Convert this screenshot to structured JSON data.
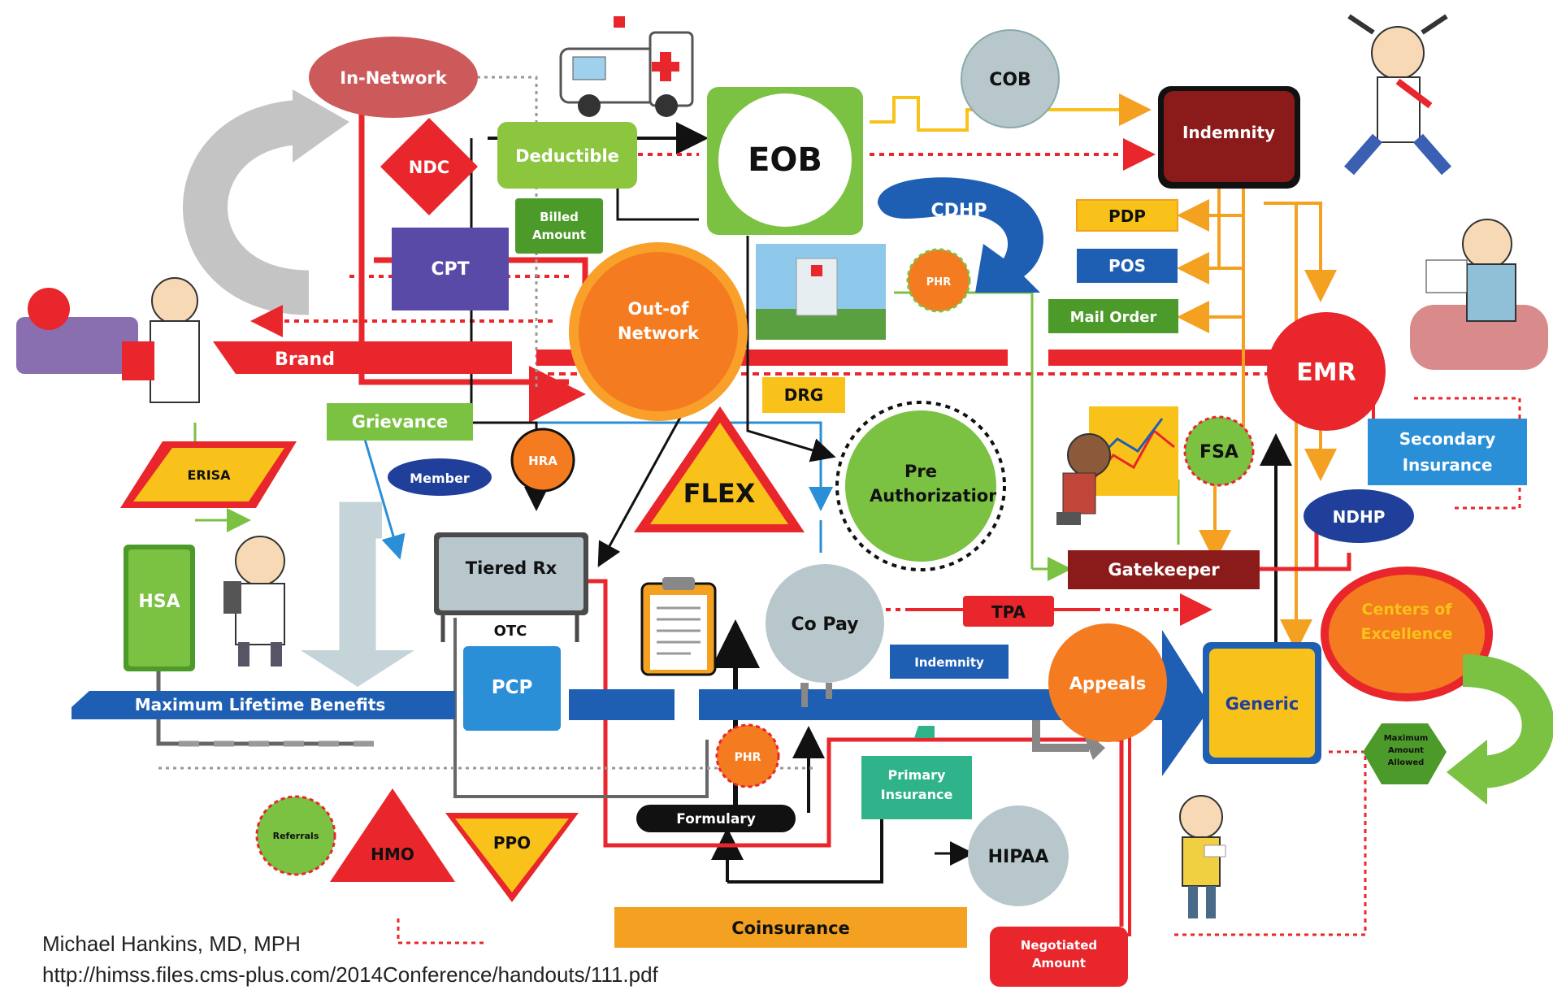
{
  "nodes": {
    "in_network": "In-Network",
    "ndc": "NDC",
    "deductible": "Deductible",
    "billed_amount": "Billed Amount",
    "eob": "EOB",
    "cob": "COB",
    "indemnity_top": "Indemnity",
    "cpt": "CPT",
    "out_of_network": "Out-of Network",
    "cdhp": "CDHP",
    "phr_top": "PHR",
    "pdp": "PDP",
    "pos": "POS",
    "mail_order": "Mail Order",
    "brand": "Brand",
    "emr": "EMR",
    "drg": "DRG",
    "grievance": "Grievance",
    "erisa": "ERISA",
    "member": "Member",
    "hra": "HRA",
    "flex": "FLEX",
    "pre_authorization": "Pre Authorization",
    "fsa": "FSA",
    "secondary_insurance": "Secondary Insurance",
    "ndhp": "NDHP",
    "hsa": "HSA",
    "tiered_rx": "Tiered Rx",
    "otc": "OTC",
    "gatekeeper": "Gatekeeper",
    "centers_of_excellence": "Centers of Excellence",
    "copay": "Co Pay",
    "tpa": "TPA",
    "indemnity_mid": "Indemnity",
    "appeals": "Appeals",
    "generic": "Generic",
    "pcp": "PCP",
    "maximum_lifetime_benefits": "Maximum Lifetime Benefits",
    "phr_bottom": "PHR",
    "maximum_amount_allowed": "Maximum Amount Allowed",
    "primary_insurance": "Primary Insurance",
    "referrals": "Referrals",
    "formulary": "Formulary",
    "hmo": "HMO",
    "ppo": "PPO",
    "hipaa": "HIPAA",
    "coinsurance": "Coinsurance",
    "negotiated_amount": "Negotiated Amount"
  },
  "credit": {
    "author": "Michael Hankins, MD, MPH",
    "url": "http://himss.files.cms-plus.com/2014Conference/handouts/111.pdf"
  },
  "colors": {
    "red": "#e8262b",
    "dark_red": "#8b1a1a",
    "orange": "#f47b20",
    "yellow": "#f9c21a",
    "green": "#7bc142",
    "dark_green": "#4c9a2a",
    "blue": "#1f5fb3",
    "light_blue": "#2a8fd6",
    "purple": "#5a4aa8",
    "gray": "#b8c7cc",
    "black": "#111111"
  }
}
